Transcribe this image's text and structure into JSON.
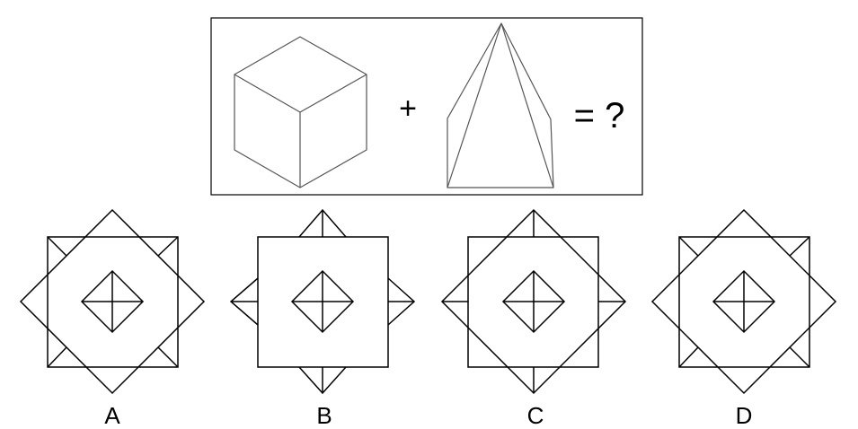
{
  "question": {
    "plus_symbol": "+",
    "result_symbol": "= ?"
  },
  "options": [
    {
      "label": "A"
    },
    {
      "label": "B"
    },
    {
      "label": "C"
    },
    {
      "label": "D"
    }
  ],
  "colors": {
    "stroke": "#000000",
    "thin_stroke": "#555555",
    "background": "#ffffff"
  }
}
